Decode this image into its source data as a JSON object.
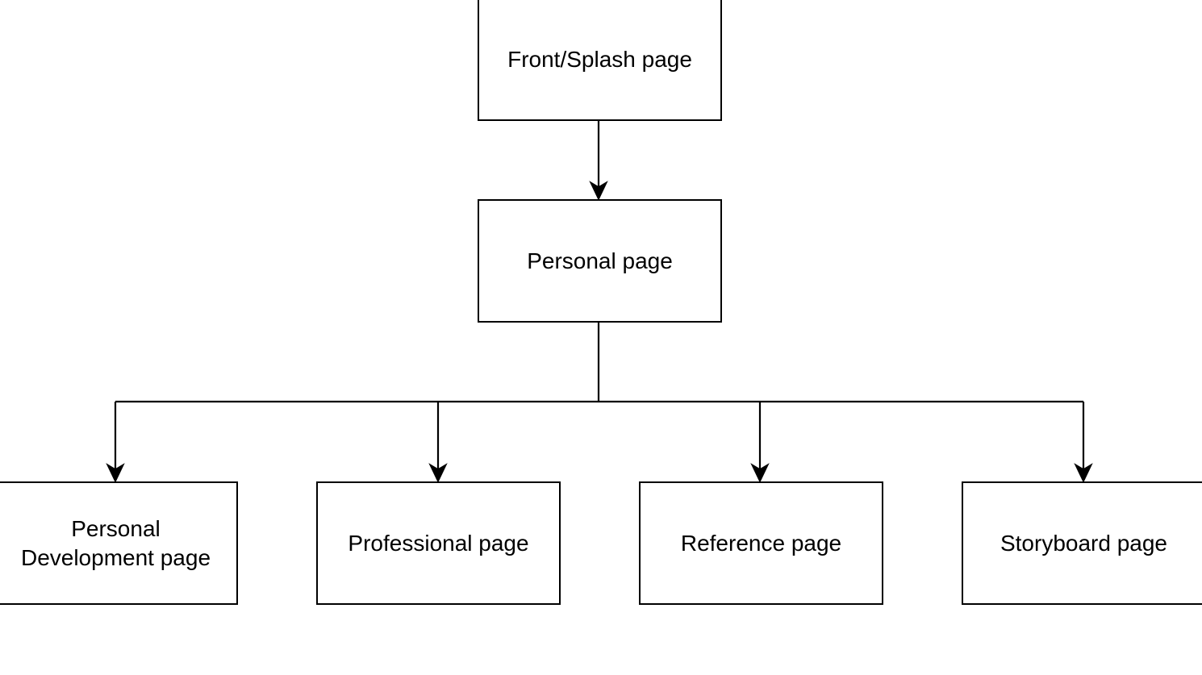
{
  "nodes": {
    "front": "Front/Splash page",
    "personal": "Personal page",
    "personal_development": "Personal Development page",
    "professional": "Professional page",
    "reference": "Reference page",
    "storyboard": "Storyboard page"
  },
  "edges": [
    {
      "from": "front",
      "to": "personal"
    },
    {
      "from": "personal",
      "to": "personal_development"
    },
    {
      "from": "personal",
      "to": "professional"
    },
    {
      "from": "personal",
      "to": "reference"
    },
    {
      "from": "personal",
      "to": "storyboard"
    }
  ],
  "colors": {
    "stroke": "#000000",
    "fill": "#ffffff",
    "text": "#000000"
  }
}
